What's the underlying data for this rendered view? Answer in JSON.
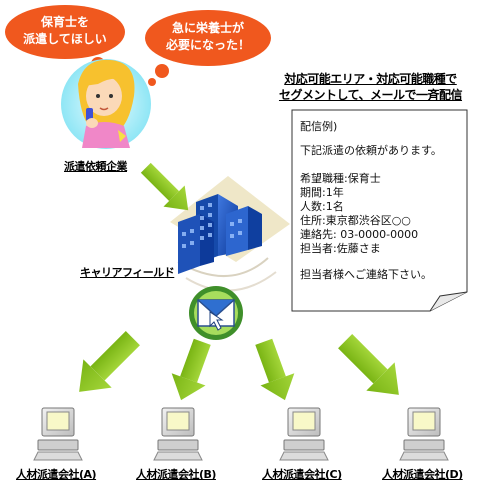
{
  "bubbles": {
    "left": [
      "保育士を",
      "派遣してほしい"
    ],
    "right": [
      "急に栄養士が",
      "必要になった！"
    ]
  },
  "client_label": "派遣依頼企業",
  "hub_label": "キャリアフィールド",
  "headline": [
    "対応可能エリア・対応可能職種で",
    "セグメントして、メールで一斉配信"
  ],
  "memo": {
    "lines": [
      "配信例)",
      "下記派遣の依頼があります。",
      "希望職種:保育士",
      "期間:1年",
      "人数:1名",
      "住所:東京都渋谷区○○",
      "連絡先: 03-0000-0000",
      "担当者:佐藤さま",
      "担当者様へご連絡下さい。"
    ]
  },
  "agencies": [
    "人材派遣会社(A)",
    "人材派遣会社(B)",
    "人材派遣会社(C)",
    "人材派遣会社(D)"
  ],
  "colors": {
    "bubble": "#f0581e",
    "arrow": "#8ac21c",
    "building": "#1f52b8",
    "mail_ring": "#4a8f2a"
  }
}
